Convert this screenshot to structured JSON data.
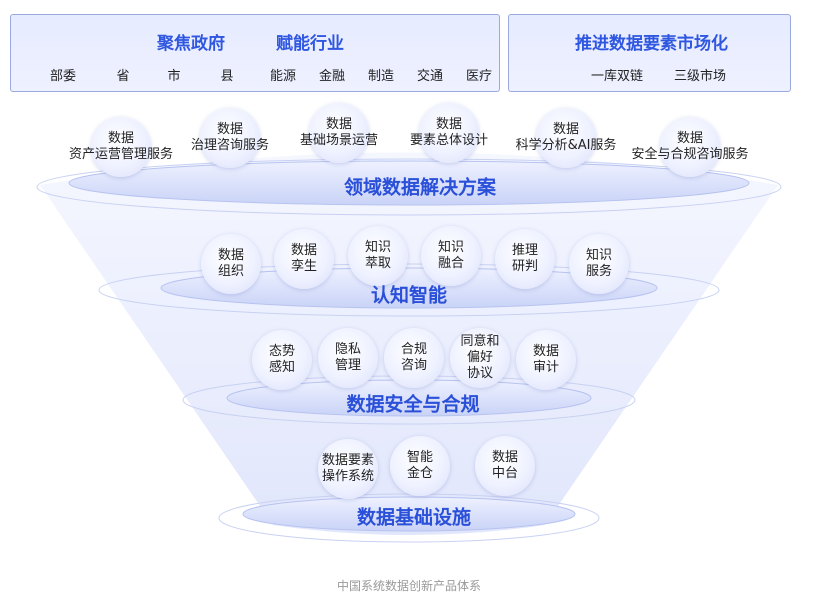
{
  "top_left": {
    "title_a": "聚焦政府",
    "title_b": "赋能行业",
    "items": [
      "部委",
      "省",
      "市",
      "县",
      "能源",
      "金融",
      "制造",
      "交通",
      "医疗"
    ]
  },
  "top_right": {
    "title": "推进数据要素市场化",
    "items": [
      "一库双链",
      "三级市场"
    ]
  },
  "layers": [
    {
      "title": "领域数据解决方案",
      "nodes": [
        {
          "l1": "数据",
          "l2": "资产运营管理服务"
        },
        {
          "l1": "数据",
          "l2": "治理咨询服务"
        },
        {
          "l1": "数据",
          "l2": "基础场景运营"
        },
        {
          "l1": "数据",
          "l2": "要素总体设计"
        },
        {
          "l1": "数据",
          "l2": "科学分析&AI服务"
        },
        {
          "l1": "数据",
          "l2": "安全与合规咨询服务"
        }
      ]
    },
    {
      "title": "认知智能",
      "nodes": [
        {
          "l1": "数据",
          "l2": "组织"
        },
        {
          "l1": "数据",
          "l2": "孪生"
        },
        {
          "l1": "知识",
          "l2": "萃取"
        },
        {
          "l1": "知识",
          "l2": "融合"
        },
        {
          "l1": "推理",
          "l2": "研判"
        },
        {
          "l1": "知识",
          "l2": "服务"
        }
      ]
    },
    {
      "title": "数据安全与合规",
      "nodes": [
        {
          "l1": "态势",
          "l2": "感知"
        },
        {
          "l1": "隐私",
          "l2": "管理"
        },
        {
          "l1": "合规",
          "l2": "咨询"
        },
        {
          "l1": "同意和",
          "l2": "偏好",
          "l3": "协议"
        },
        {
          "l1": "数据",
          "l2": "审计"
        }
      ]
    },
    {
      "title": "数据基础设施",
      "nodes": [
        {
          "l1": "数据要素",
          "l2": "操作系统"
        },
        {
          "l1": "智能",
          "l2": "金仓"
        },
        {
          "l1": "数据",
          "l2": "中台"
        }
      ]
    }
  ],
  "caption": "中国系统数据创新产品体系",
  "colors": {
    "accent": "#2f57e0",
    "box_bg": "#e9edff",
    "box_border": "#9aaae0",
    "funnel": "#dbe2fb",
    "caption": "#999999"
  }
}
